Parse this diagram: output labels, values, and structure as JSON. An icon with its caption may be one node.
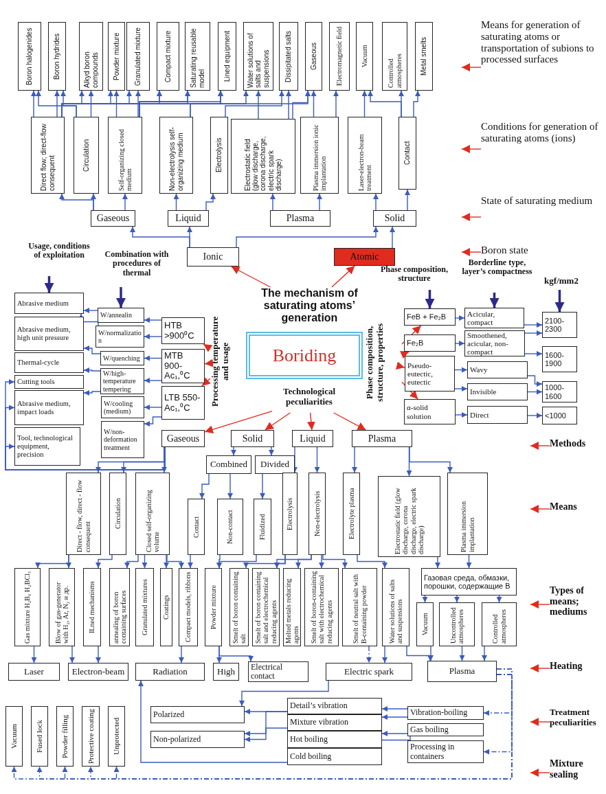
{
  "diagram": {
    "nodes": [
      {
        "text": [
          "The mechanism of saturating atoms’ generation"
        ]
      },
      {
        "text": [
          "Ionic"
        ]
      },
      {
        "text": [
          "Atomic"
        ]
      },
      {
        "text": [
          "Gaseous"
        ]
      },
      {
        "text": [
          "Liquid"
        ]
      },
      {
        "text": [
          "Plasma"
        ]
      },
      {
        "text": [
          "Solid"
        ]
      },
      {
        "text": [
          "Direct flow; direct-flow consequent"
        ]
      },
      {
        "text": [
          "Circulation"
        ]
      },
      {
        "text": [
          "Self-organizing closed medium"
        ]
      },
      {
        "text": [
          "Non-electrolysis self-organizing medium"
        ]
      },
      {
        "text": [
          "Electrolysis"
        ]
      },
      {
        "text": [
          "Electrostatic field (glow discharge, corona discharge, electric spark discharge)"
        ]
      },
      {
        "text": [
          "Plasma immersion ionic implantation"
        ]
      },
      {
        "text": [
          "Laser-electron-beam treatment"
        ]
      },
      {
        "text": [
          "Contact"
        ]
      },
      {
        "text": [
          "Boron halogenides"
        ]
      },
      {
        "text": [
          "Boron hydrides"
        ]
      },
      {
        "text": [
          "Alkyd boron compounds"
        ]
      },
      {
        "text": [
          "Powder mixture"
        ]
      },
      {
        "text": [
          "Granulated mixture"
        ]
      },
      {
        "text": [
          "Compact mixture"
        ]
      },
      {
        "text": [
          "Saturating reusable model"
        ]
      },
      {
        "text": [
          "Lined equipment"
        ]
      },
      {
        "text": [
          "Water solutions of salts and suspensions"
        ]
      },
      {
        "text": [
          "Dissipitated salts"
        ]
      },
      {
        "text": [
          "Gaseous"
        ]
      },
      {
        "text": [
          "Electromagnetic field"
        ]
      },
      {
        "text": [
          "Vacuum"
        ]
      },
      {
        "text": [
          "Controlled atmospheres"
        ]
      },
      {
        "text": [
          "Metal smelts"
        ]
      },
      {
        "text": [
          "Boriding"
        ]
      },
      {
        "text": [
          "Processing temperature and usage"
        ]
      },
      {
        "text": [
          "HTB >900⁰C"
        ]
      },
      {
        "text": [
          "MTB 900-Ac₁,⁰C"
        ]
      },
      {
        "text": [
          "LTB 550-Ac₁,⁰C"
        ]
      },
      {
        "text": [
          "Combination with procedures of thermal"
        ]
      },
      {
        "text": [
          "W/annealin"
        ]
      },
      {
        "text": [
          "W/normalization"
        ]
      },
      {
        "text": [
          "W/quenching"
        ]
      },
      {
        "text": [
          "W/high-temperature tempering"
        ]
      },
      {
        "text": [
          "W/cooling (medium)"
        ]
      },
      {
        "text": [
          "W/non-deformation treatment"
        ]
      },
      {
        "text": [
          "Usage, conditions of exploitation"
        ]
      },
      {
        "text": [
          "Abrasive medium"
        ]
      },
      {
        "text": [
          "Abrasive medium, high unit pressure"
        ]
      },
      {
        "text": [
          "Thermal-cycle"
        ]
      },
      {
        "text": [
          "Cutting tools"
        ]
      },
      {
        "text": [
          "Abrasive medium, impact loads"
        ]
      },
      {
        "text": [
          "Tool, technological equipment, precision"
        ]
      },
      {
        "text": [
          "Phase composition, structure, properties"
        ]
      },
      {
        "text": [
          "Phase composition, structure"
        ]
      },
      {
        "text": [
          "Borderline type, layer’s compactness"
        ]
      },
      {
        "text": [
          "kgf/mm2"
        ]
      },
      {
        "text": [
          "FeB + Fe₂B"
        ]
      },
      {
        "text": [
          "Fe₂B"
        ]
      },
      {
        "text": [
          "Pseudo-eutectic, eutectic"
        ]
      },
      {
        "text": [
          "α-solid solution"
        ]
      },
      {
        "text": [
          "Acicular, compact"
        ]
      },
      {
        "text": [
          "Smoothened, acicular, non-compact"
        ]
      },
      {
        "text": [
          "Wavy"
        ]
      },
      {
        "text": [
          "Invisible"
        ]
      },
      {
        "text": [
          "Direct"
        ]
      },
      {
        "text": [
          "2100-2300"
        ]
      },
      {
        "text": [
          "1600-1900"
        ]
      },
      {
        "text": [
          "1000-1600"
        ]
      },
      {
        "text": [
          "<1000"
        ]
      },
      {
        "text": [
          "Technological peculiarities"
        ]
      },
      {
        "text": [
          "Gaseous"
        ]
      },
      {
        "text": [
          "Solid"
        ]
      },
      {
        "text": [
          "Liquid"
        ]
      },
      {
        "text": [
          "Plasma"
        ]
      },
      {
        "text": [
          "Combined"
        ]
      },
      {
        "text": [
          "Divided"
        ]
      },
      {
        "text": [
          "Direct - flow, direct - flow consequent"
        ]
      },
      {
        "text": [
          "Circulation"
        ]
      },
      {
        "text": [
          "Closed self-organizing volume"
        ]
      },
      {
        "text": [
          "Contact"
        ]
      },
      {
        "text": [
          "Non-contact"
        ]
      },
      {
        "text": [
          "Fluidized"
        ]
      },
      {
        "text": [
          "Electrolysis"
        ]
      },
      {
        "text": [
          "Non-electrolysis"
        ]
      },
      {
        "text": [
          "Electrolyte plasma"
        ]
      },
      {
        "text": [
          "Electrostatic field (glow discharge, corona discharge, electric spark discharge)"
        ]
      },
      {
        "text": [
          "Plasma immersion implantation"
        ]
      },
      {
        "text": [
          "Gas mixture H₂B₆ H₂BCl₃"
        ]
      },
      {
        "text": [
          "Blow of gas-generator with H₂, Ar, N₂ и др."
        ]
      },
      {
        "text": [
          "ILned mechanisms"
        ]
      },
      {
        "text": [
          "annealing of boron containing surfaces"
        ]
      },
      {
        "text": [
          "Granulated mixtures"
        ]
      },
      {
        "text": [
          "Coatings"
        ]
      },
      {
        "text": [
          "Compact models, ribbons"
        ]
      },
      {
        "text": [
          "Powder mixture"
        ]
      },
      {
        "text": [
          "Smelt of boron containing salt"
        ]
      },
      {
        "text": [
          "Smelt of boron containing salt and electrochemical reducing agents"
        ]
      },
      {
        "text": [
          "Melted metals reducing agents"
        ]
      },
      {
        "text": [
          "Smelt of boron-containing salt with electrochemical reducing agents"
        ]
      },
      {
        "text": [
          "Smelt of neutral salt with B-containing powder"
        ]
      },
      {
        "text": [
          "Water solutions of salts and suspensions"
        ]
      },
      {
        "text": [
          "Газовая среда, обмазки, порошки, содержащие В"
        ]
      },
      {
        "text": [
          "Vacuum"
        ]
      },
      {
        "text": [
          "Uncontrolled atmospheres"
        ]
      },
      {
        "text": [
          "Controlled atmospheres"
        ]
      },
      {
        "text": [
          "Laser"
        ]
      },
      {
        "text": [
          "Electron-beam"
        ]
      },
      {
        "text": [
          "Radiation"
        ]
      },
      {
        "text": [
          "High"
        ]
      },
      {
        "text": [
          "Electrical contact"
        ]
      },
      {
        "text": [
          "Electric spark"
        ]
      },
      {
        "text": [
          "Plasma"
        ]
      },
      {
        "text": [
          "Polarized"
        ]
      },
      {
        "text": [
          "Non-polarized"
        ]
      },
      {
        "text": [
          "Detail’s vibration"
        ]
      },
      {
        "text": [
          "Mixture vibration"
        ]
      },
      {
        "text": [
          "Hot boiling"
        ]
      },
      {
        "text": [
          "Cold boiling"
        ]
      },
      {
        "text": [
          "Vibration-boiling"
        ]
      },
      {
        "text": [
          "Gas boiling"
        ]
      },
      {
        "text": [
          "Processing in containers"
        ]
      },
      {
        "text": [
          "Vacuum"
        ]
      },
      {
        "text": [
          "Fused lock"
        ]
      },
      {
        "text": [
          "Powder filling"
        ]
      },
      {
        "text": [
          "Protective coating"
        ]
      },
      {
        "text": [
          "Unprotected"
        ]
      },
      {
        "text": [
          "Means for generation of saturating atoms or transportation of subions to processed surfaces"
        ]
      },
      {
        "text": [
          "Conditions for generation of saturating atoms (ions)"
        ]
      },
      {
        "text": [
          "State of saturating medium"
        ]
      },
      {
        "text": [
          "Boron state"
        ]
      },
      {
        "text": [
          "Methods"
        ]
      },
      {
        "text": [
          "Means"
        ]
      },
      {
        "text": [
          "Types of means; mediums"
        ]
      },
      {
        "text": [
          "Heating"
        ]
      },
      {
        "text": [
          "Treatment peculiarities"
        ]
      },
      {
        "text": [
          "Mixture sealing"
        ]
      }
    ],
    "edges": [
      {
        "from": 0,
        "to": 1,
        "arrow": "to",
        "color": "#e02b20"
      },
      {
        "from": 0,
        "to": 2,
        "arrow": "to",
        "color": "#e02b20"
      },
      {
        "from": 32,
        "to": 33,
        "arrow": "to",
        "color": "#e02b20"
      },
      {
        "from": 32,
        "to": 34,
        "arrow": "to",
        "color": "#e02b20"
      },
      {
        "from": 32,
        "to": 35,
        "arrow": "to",
        "color": "#e02b20"
      },
      {
        "from": 50,
        "to": 54,
        "arrow": "to",
        "color": "#e02b20"
      },
      {
        "from": 50,
        "to": 55,
        "arrow": "to",
        "color": "#e02b20"
      },
      {
        "from": 50,
        "to": 56,
        "arrow": "to",
        "color": "#e02b20"
      },
      {
        "from": 50,
        "to": 57,
        "arrow": "to",
        "color": "#e02b20"
      },
      {
        "from": 67,
        "to": 68,
        "arrow": "to",
        "color": "#e02b20"
      },
      {
        "from": 67,
        "to": 69,
        "arrow": "to",
        "color": "#e02b20"
      },
      {
        "from": 67,
        "to": 70,
        "arrow": "to",
        "color": "#e02b20"
      },
      {
        "from": 67,
        "to": 71,
        "arrow": "to",
        "color": "#e02b20"
      },
      {
        "from": 124,
        "to": null,
        "arrow": "to",
        "color": "#e02b20"
      },
      {
        "from": 125,
        "to": null,
        "arrow": "to",
        "color": "#e02b20"
      },
      {
        "from": 126,
        "to": null,
        "arrow": "to",
        "color": "#e02b20"
      },
      {
        "from": 127,
        "to": null,
        "arrow": "to",
        "color": "#e02b20"
      },
      {
        "from": 128,
        "to": null,
        "arrow": "to",
        "color": "#e02b20"
      },
      {
        "from": 129,
        "to": null,
        "arrow": "to",
        "color": "#e02b20"
      },
      {
        "from": 130,
        "to": null,
        "arrow": "to",
        "color": "#e02b20"
      },
      {
        "from": 131,
        "to": null,
        "arrow": "to",
        "color": "#e02b20"
      },
      {
        "from": 132,
        "to": null,
        "arrow": "to",
        "color": "#e02b20"
      },
      {
        "from": 133,
        "to": null,
        "arrow": "to",
        "color": "#e02b20"
      },
      {
        "from": 43,
        "to": 44,
        "arrow": "to",
        "style": "thick",
        "color": "#2d2a8a"
      },
      {
        "from": 36,
        "to": 37,
        "arrow": "to",
        "style": "thick",
        "color": "#2d2a8a"
      },
      {
        "from": 51,
        "to": 54,
        "arrow": "to",
        "style": "thick",
        "color": "#2d2a8a"
      },
      {
        "from": 52,
        "to": 58,
        "arrow": "to",
        "style": "thick",
        "color": "#2d2a8a"
      },
      {
        "from": 53,
        "to": 63,
        "arrow": "to",
        "style": "thick",
        "color": "#2d2a8a"
      },
      {
        "from": 1,
        "to": 3,
        "arrow": "to"
      },
      {
        "from": 1,
        "to": 4,
        "arrow": "to"
      },
      {
        "from": 1,
        "to": 6,
        "arrow": "to"
      },
      {
        "from": 2,
        "to": 6,
        "arrow": "to"
      },
      {
        "from": 3,
        "to": 7,
        "arrow": "to"
      },
      {
        "from": 3,
        "to": 8,
        "arrow": "to"
      },
      {
        "from": 3,
        "to": 9,
        "arrow": "to"
      },
      {
        "from": 4,
        "to": 10,
        "arrow": "to"
      },
      {
        "from": 4,
        "to": 11,
        "arrow": "to"
      },
      {
        "from": 5,
        "to": 12,
        "arrow": "to"
      },
      {
        "from": 5,
        "to": 13,
        "arrow": "to"
      },
      {
        "from": 6,
        "to": 14,
        "arrow": "to"
      },
      {
        "from": 6,
        "to": 15,
        "arrow": "to"
      },
      {
        "from": 7,
        "to": 16,
        "arrow": "to"
      },
      {
        "from": 7,
        "to": 17,
        "arrow": "to"
      },
      {
        "from": 7,
        "to": 18,
        "arrow": "to"
      },
      {
        "from": 7,
        "to": 19,
        "arrow": "to"
      },
      {
        "from": 7,
        "to": 20,
        "arrow": "to"
      },
      {
        "from": 7,
        "to": 21,
        "arrow": "to"
      },
      {
        "from": 7,
        "to": 22,
        "arrow": "to"
      },
      {
        "from": 7,
        "to": 23,
        "arrow": "to"
      },
      {
        "from": 7,
        "to": 26,
        "arrow": "to"
      },
      {
        "from": 8,
        "to": 16,
        "arrow": "to"
      },
      {
        "from": 8,
        "to": 17,
        "arrow": "to"
      },
      {
        "from": 8,
        "to": 18,
        "arrow": "to"
      },
      {
        "from": 9,
        "to": 19,
        "arrow": "to"
      },
      {
        "from": 9,
        "to": 20,
        "arrow": "to"
      },
      {
        "from": 9,
        "to": 21,
        "arrow": "to"
      },
      {
        "from": 9,
        "to": 22,
        "arrow": "to"
      },
      {
        "from": 9,
        "to": 23,
        "arrow": "to"
      },
      {
        "from": 10,
        "to": 23,
        "arrow": "to"
      },
      {
        "from": 10,
        "to": 24,
        "arrow": "to"
      },
      {
        "from": 11,
        "to": 25,
        "arrow": "to"
      },
      {
        "from": 12,
        "to": 24,
        "arrow": "to"
      },
      {
        "from": 12,
        "to": 25,
        "arrow": "to"
      },
      {
        "from": 12,
        "to": 26,
        "arrow": "to"
      },
      {
        "from": 13,
        "to": 26,
        "arrow": "to"
      },
      {
        "from": 13,
        "to": 27,
        "arrow": "to"
      },
      {
        "from": 14,
        "to": 28,
        "arrow": "to"
      },
      {
        "from": 15,
        "to": 28,
        "arrow": "to"
      },
      {
        "from": 15,
        "to": 29,
        "arrow": "to"
      },
      {
        "from": 15,
        "to": 30,
        "arrow": "to"
      },
      {
        "from": 33,
        "to": 37,
        "arrow": "to"
      },
      {
        "from": 33,
        "to": 38,
        "arrow": "to"
      },
      {
        "from": 34,
        "to": 39,
        "arrow": "to"
      },
      {
        "from": 34,
        "to": 40,
        "arrow": "to"
      },
      {
        "from": 35,
        "to": 41,
        "arrow": "to"
      },
      {
        "from": 35,
        "to": 42,
        "arrow": "to"
      },
      {
        "from": 37,
        "to": 44,
        "arrow": "to"
      },
      {
        "from": 38,
        "to": 44,
        "arrow": "to"
      },
      {
        "from": 39,
        "to": 45,
        "arrow": "to"
      },
      {
        "from": 40,
        "to": 46,
        "arrow": "to"
      },
      {
        "from": 40,
        "to": 48,
        "arrow": "to"
      },
      {
        "from": 68,
        "to": 47,
        "arrow": "to"
      },
      {
        "from": 68,
        "to": 48,
        "arrow": "to"
      },
      {
        "from": 68,
        "to": 49,
        "arrow": "to"
      },
      {
        "from": 54,
        "to": 58,
        "arrow": "to"
      },
      {
        "from": 55,
        "to": 59,
        "arrow": "to"
      },
      {
        "from": 56,
        "to": 60,
        "arrow": "to"
      },
      {
        "from": 56,
        "to": 61,
        "arrow": "to"
      },
      {
        "from": 57,
        "to": 62,
        "arrow": "to"
      },
      {
        "from": 58,
        "to": 63,
        "arrow": "to"
      },
      {
        "from": 59,
        "to": 63,
        "arrow": "to"
      },
      {
        "from": 59,
        "to": 64,
        "arrow": "to"
      },
      {
        "from": 60,
        "to": 65,
        "arrow": "to"
      },
      {
        "from": 61,
        "to": 65,
        "arrow": "to"
      },
      {
        "from": 62,
        "to": 66,
        "arrow": "to"
      },
      {
        "from": 68,
        "to": 74,
        "arrow": "to"
      },
      {
        "from": 68,
        "to": 75,
        "arrow": "to"
      },
      {
        "from": 68,
        "to": 76,
        "arrow": "to"
      },
      {
        "from": 69,
        "to": 72,
        "arrow": "to"
      },
      {
        "from": 69,
        "to": 73,
        "arrow": "to"
      },
      {
        "from": 72,
        "to": 77,
        "arrow": "to"
      },
      {
        "from": 72,
        "to": 78,
        "arrow": "to"
      },
      {
        "from": 73,
        "to": 79,
        "arrow": "to"
      },
      {
        "from": 70,
        "to": 80,
        "arrow": "to"
      },
      {
        "from": 70,
        "to": 81,
        "arrow": "to"
      },
      {
        "from": 71,
        "to": 82,
        "arrow": "to"
      },
      {
        "from": 71,
        "to": 83,
        "arrow": "to"
      },
      {
        "from": 71,
        "to": 84,
        "arrow": "to"
      },
      {
        "from": 74,
        "to": 85,
        "arrow": "to"
      },
      {
        "from": 74,
        "to": 86,
        "arrow": "to"
      },
      {
        "from": 75,
        "to": 87,
        "arrow": "to"
      },
      {
        "from": 76,
        "to": 88,
        "arrow": "to"
      },
      {
        "from": 76,
        "to": 89,
        "arrow": "to"
      },
      {
        "from": 76,
        "to": 90,
        "arrow": "to"
      },
      {
        "from": 76,
        "to": 91,
        "arrow": "to"
      },
      {
        "from": 77,
        "to": 91,
        "arrow": "to"
      },
      {
        "from": 78,
        "to": 92,
        "arrow": "to"
      },
      {
        "from": 79,
        "to": 92,
        "arrow": "to"
      },
      {
        "from": 80,
        "to": 93,
        "arrow": "to"
      },
      {
        "from": 80,
        "to": 94,
        "arrow": "to"
      },
      {
        "from": 81,
        "to": 94,
        "arrow": "to"
      },
      {
        "from": 81,
        "to": 95,
        "arrow": "to"
      },
      {
        "from": 81,
        "to": 96,
        "arrow": "to"
      },
      {
        "from": 81,
        "to": 97,
        "arrow": "to"
      },
      {
        "from": 82,
        "to": 98,
        "arrow": "to"
      },
      {
        "from": 83,
        "to": 99,
        "arrow": "to"
      },
      {
        "from": 84,
        "to": 99,
        "arrow": "to"
      },
      {
        "from": 99,
        "to": 100,
        "arrow": "to"
      },
      {
        "from": 99,
        "to": 101,
        "arrow": "to"
      },
      {
        "from": 99,
        "to": 102,
        "arrow": "to"
      },
      {
        "from": 85,
        "to": 103,
        "arrow": "to"
      },
      {
        "from": 86,
        "to": 104,
        "arrow": "to"
      },
      {
        "from": 87,
        "to": 104,
        "arrow": "to"
      },
      {
        "from": 91,
        "to": 105,
        "arrow": "to"
      },
      {
        "from": 92,
        "to": 106,
        "arrow": "to"
      },
      {
        "from": 92,
        "to": 107,
        "arrow": "to"
      },
      {
        "from": 97,
        "to": 108,
        "arrow": "to",
        "style": "dashed"
      },
      {
        "from": 98,
        "to": 108,
        "arrow": "to"
      },
      {
        "from": 98,
        "to": 109,
        "arrow": "to"
      },
      {
        "from": 100,
        "to": 109,
        "arrow": "to"
      },
      {
        "from": 101,
        "to": 109,
        "arrow": "to"
      },
      {
        "from": 102,
        "to": 109,
        "arrow": "to"
      },
      {
        "from": 108,
        "to": 110,
        "arrow": "to"
      },
      {
        "from": 112,
        "to": 110,
        "arrow": "to"
      },
      {
        "from": 112,
        "to": 111,
        "arrow": "to"
      },
      {
        "from": 113,
        "to": 111,
        "arrow": "to"
      },
      {
        "from": 116,
        "to": 112,
        "arrow": "to"
      },
      {
        "from": 116,
        "to": 113,
        "arrow": "to"
      },
      {
        "from": 117,
        "to": 114,
        "arrow": "to"
      },
      {
        "from": 117,
        "to": 115,
        "arrow": "to"
      },
      {
        "from": 115,
        "to": 105,
        "arrow": "to"
      },
      {
        "from": 109,
        "to": 116,
        "arrow": "to",
        "style": "dashed"
      },
      {
        "from": 109,
        "to": 118,
        "arrow": "to",
        "style": "dashed"
      },
      {
        "from": 109,
        "to": 119,
        "arrow": "to",
        "style": "dashed"
      },
      {
        "from": 109,
        "to": 120,
        "arrow": "to",
        "style": "dashed"
      },
      {
        "from": 109,
        "to": 121,
        "arrow": "to",
        "style": "dashed"
      },
      {
        "from": 109,
        "to": 122,
        "arrow": "to",
        "style": "dashed"
      },
      {
        "from": 109,
        "to": 123,
        "arrow": "to",
        "style": "dashed"
      }
    ]
  }
}
